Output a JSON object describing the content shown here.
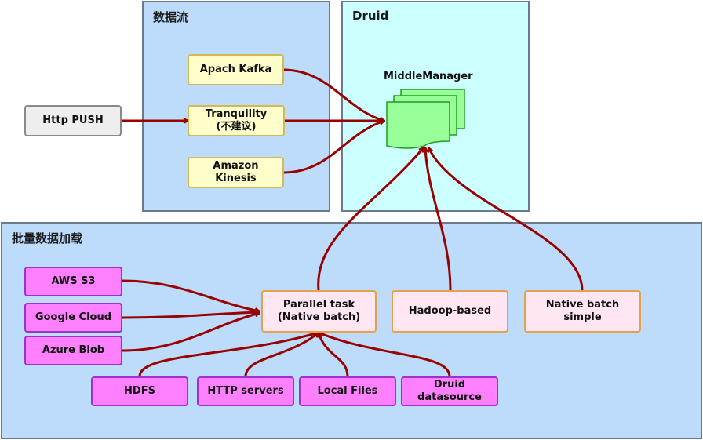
{
  "groups": {
    "streaming": "数据流",
    "druid": "Druid",
    "batch": "批量数据加载"
  },
  "nodes": {
    "http_push": "Http PUSH",
    "kafka": "Apach Kafka",
    "tranquility": "Tranquility\n(不建议)",
    "kinesis": "Amazon\nKinesis",
    "middle_manager": "MiddleManager",
    "aws_s3": "AWS S3",
    "google_cloud": "Google Cloud",
    "azure_blob": "Azure Blob",
    "parallel_task": "Parallel task\n(Native batch)",
    "hadoop_based": "Hadoop-based",
    "native_simple": "Native batch\nsimple",
    "hdfs": "HDFS",
    "http_servers": "HTTP servers",
    "local_files": "Local Files",
    "druid_datasource": "Druid\ndatasource"
  },
  "colors": {
    "edge": "#990000",
    "streaming_bg": "#bddcfb",
    "druid_bg": "#ccffff",
    "batch_bg": "#bddcfb",
    "middle_manager": "#99ff99"
  }
}
